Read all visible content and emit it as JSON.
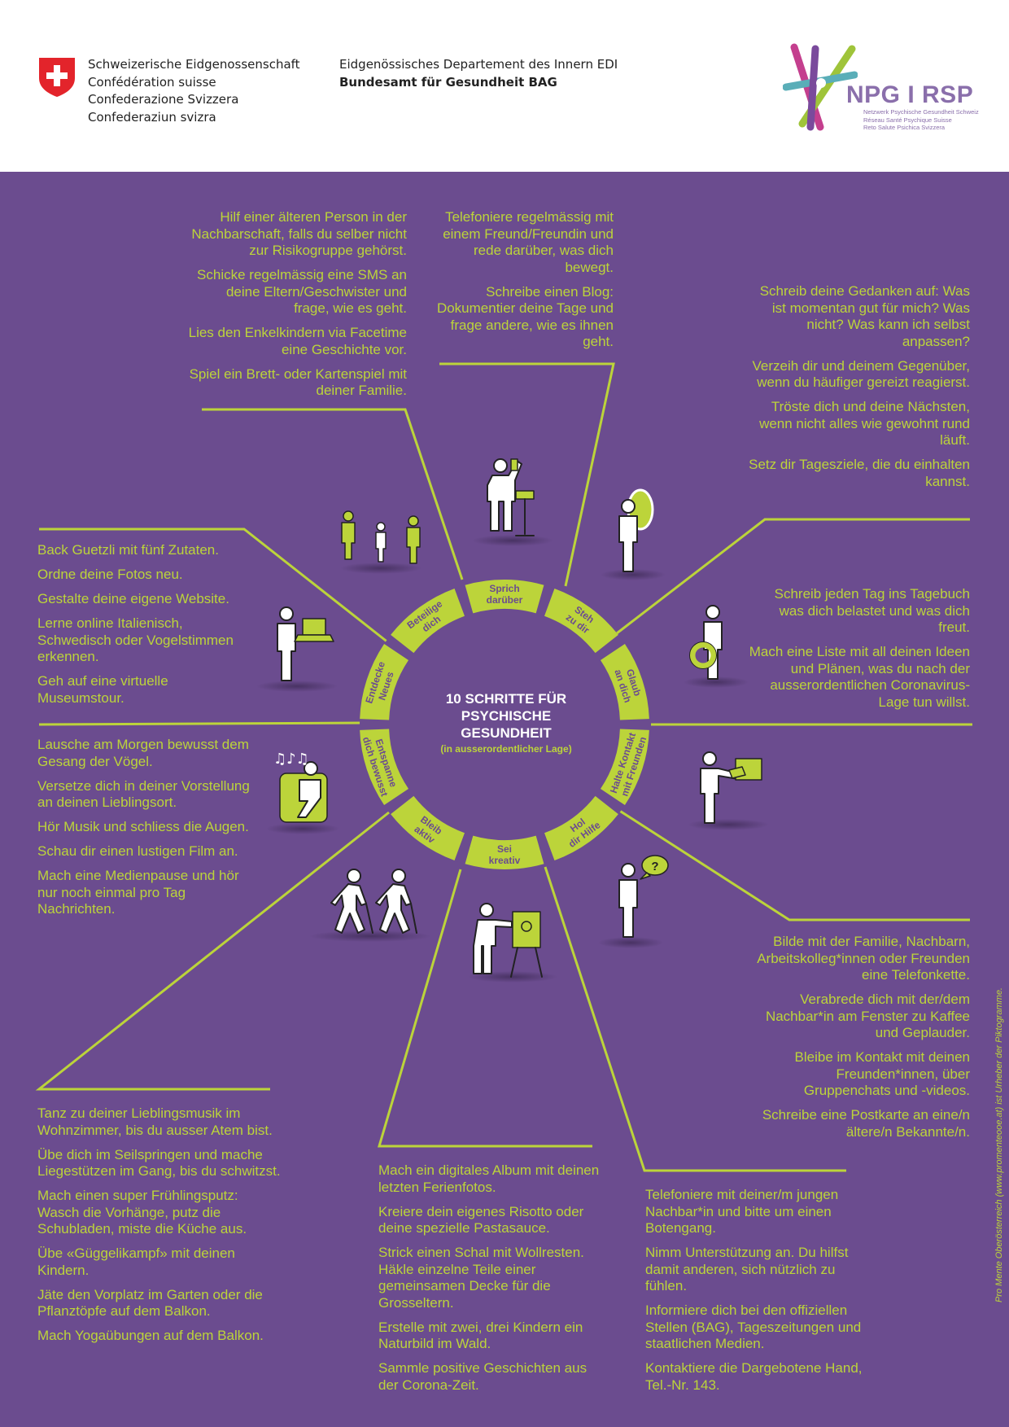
{
  "header": {
    "federal_lines": [
      "Schweizerische Eidgenossenschaft",
      "Confédération suisse",
      "Confederazione Svizzera",
      "Confederaziun svizra"
    ],
    "department": "Eidgenössisches Departement des Innern EDI",
    "office": "Bundesamt für Gesundheit BAG",
    "npg_logo_text": "NPG I RSP",
    "npg_sub_lines": [
      "Netzwerk Psychische Gesundheit Schweiz",
      "Réseau Santé Psychique Suisse",
      "Reto Salute Psichica Svizzera"
    ]
  },
  "wheel": {
    "title_lines": [
      "10 SCHRITTE FÜR",
      "PSYCHISCHE",
      "GESUNDHEIT"
    ],
    "subtitle": "(in ausserordentlicher Lage)",
    "segments": [
      {
        "lines": [
          "Sprich",
          "darüber"
        ]
      },
      {
        "lines": [
          "Steh",
          "zu dir"
        ]
      },
      {
        "lines": [
          "Glaub",
          "an dich"
        ]
      },
      {
        "lines": [
          "Halte Kontakt",
          "mit Freunden"
        ]
      },
      {
        "lines": [
          "Hol",
          "dir Hilfe"
        ]
      },
      {
        "lines": [
          "Sei",
          "kreativ"
        ]
      },
      {
        "lines": [
          "Bleib",
          "aktiv"
        ]
      },
      {
        "lines": [
          "Entspanne",
          "dich bewusst"
        ]
      },
      {
        "lines": [
          "Entdecke",
          "Neues"
        ]
      },
      {
        "lines": [
          "Beteilige",
          "dich"
        ]
      }
    ]
  },
  "blocks": {
    "beteilige": [
      "Hilf einer älteren Person in der Nachbarschaft, falls du selber nicht zur Risikogruppe gehörst.",
      "Schicke regelmässig eine SMS an deine Eltern/Geschwister und frage, wie es geht.",
      "Lies den Enkelkindern via Facetime eine Geschichte vor.",
      "Spiel ein Brett- oder Kartenspiel mit deiner Familie."
    ],
    "sprich": [
      "Telefoniere regelmässig mit einem Freund/Freundin und rede darüber, was dich bewegt.",
      "Schreibe einen Blog: Dokumentier deine Tage und frage andere, wie es ihnen geht."
    ],
    "steh": [
      "Schreib deine Gedanken auf: Was ist momentan gut für mich? Was nicht? Was kann ich selbst anpassen?",
      "Verzeih dir und deinem Gegenüber, wenn du häufiger gereizt reagierst.",
      "Tröste dich und deine Nächsten, wenn nicht alles wie gewohnt rund läuft.",
      "Setz dir Tagesziele, die du einhalten kannst."
    ],
    "glaub": [
      "Schreib jeden Tag ins Tagebuch was dich belastet und was dich freut.",
      "Mach eine Liste mit all deinen Ideen und Plänen, was du nach der ausserordentlichen Coronavirus-Lage tun willst."
    ],
    "entdecke": [
      "Back Guetzli mit fünf Zutaten.",
      "Ordne deine Fotos neu.",
      "Gestalte deine eigene Website.",
      "Lerne online Italienisch, Schwedisch oder Vogelstimmen erkennen.",
      "Geh auf eine virtuelle Museumstour."
    ],
    "entspanne": [
      "Lausche am Morgen bewusst dem Gesang der Vögel.",
      "Versetze dich in deiner Vorstellung an deinen Lieblingsort.",
      "Hör Musik und schliess die Augen.",
      "Schau dir einen lustigen Film an.",
      "Mach eine Medienpause und hör nur noch einmal pro Tag Nachrichten."
    ],
    "halte": [
      "Bilde mit der Familie, Nachbarn, Arbeitskolleg*innen oder Freunden eine Telefonkette.",
      "Verabrede dich mit der/dem Nachbar*in am Fenster zu Kaffee und Geplauder.",
      "Bleibe im Kontakt mit deinen Freunden*innen, über Gruppenchats und -videos.",
      "Schreibe eine Postkarte an eine/n ältere/n Bekannte/n."
    ],
    "bleib": [
      "Tanz zu deiner Lieblingsmusik im Wohnzimmer, bis du ausser Atem bist.",
      "Übe dich im Seilspringen und mache Liegestützen im Gang, bis du schwitzst.",
      "Mach einen super Frühlingsputz: Wasch die Vorhänge, putz die Schubladen, miste die Küche aus.",
      "Übe «Güggelikampf» mit deinen Kindern.",
      "Jäte den Vorplatz im Garten oder die Pflanztöpfe auf dem Balkon.",
      "Mach Yogaübungen auf dem Balkon."
    ],
    "sei": [
      "Mach ein digitales Album mit deinen letzten Ferienfotos.",
      "Kreiere dein eigenes Risotto oder deine spezielle Pastasauce.",
      "Strick einen Schal mit Wollresten. Häkle einzelne Teile einer gemeinsamen Decke für die Grosseltern.",
      "Erstelle mit zwei, drei Kindern ein Naturbild im Wald.",
      "Sammle positive Geschichten aus der Corona-Zeit."
    ],
    "hol": [
      "Telefoniere mit deiner/m jungen Nachbar*in und bitte um einen Botengang.",
      "Nimm Unterstützung an. Du hilfst damit anderen, sich nützlich zu fühlen.",
      "Informiere dich bei den offiziellen Stellen (BAG), Tageszeitungen und staatlichen Medien.",
      "Kontaktiere die Dargebotene Hand, Tel.-Nr. 143."
    ]
  },
  "credit": "Pro Mente Oberösterreich (www.promenteooe.at) ist Urheber der Piktogramme.",
  "colors": {
    "purple": "#6b4c8f",
    "lime": "#bcd43a",
    "white": "#ffffff",
    "swiss_red": "#e3242b"
  },
  "icons": [
    "swiss-cross-icon",
    "npg-logo-icon",
    "pictogram-icons"
  ]
}
